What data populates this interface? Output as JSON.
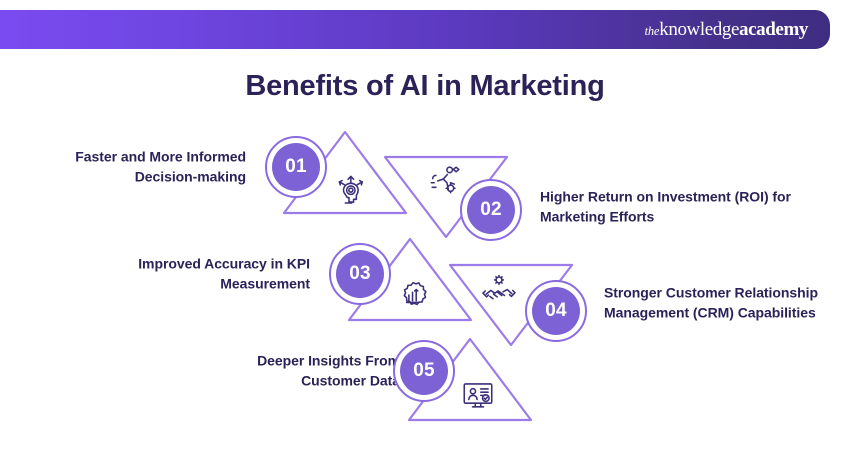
{
  "header": {
    "brand_the": "the",
    "brand_knowledge": "knowledge",
    "brand_academy": "academy",
    "gradient_from": "#7c4cf2",
    "gradient_to": "#3f2d82"
  },
  "title": "Benefits of AI in Marketing",
  "colors": {
    "title_text": "#2c2258",
    "label_text": "#2c2258",
    "triangle_stroke": "#9b7ce8",
    "badge_fill": "#7c62d4",
    "badge_ring": "#8a6ae0",
    "badge_number_text": "#ffffff",
    "icon_stroke": "#3d2f7a",
    "background": "#ffffff"
  },
  "items": [
    {
      "number": "01",
      "label": "Faster and More Informed Decision-making",
      "icon": "head-with-arrows-icon",
      "side": "left",
      "triangle": "up"
    },
    {
      "number": "02",
      "label": "Higher Return on Investment (ROI) for Marketing Efforts",
      "icon": "running-person-gear-icon",
      "side": "right",
      "triangle": "down"
    },
    {
      "number": "03",
      "label": "Improved Accuracy in KPI Measurement",
      "icon": "gear-bar-chart-icon",
      "side": "left",
      "triangle": "up"
    },
    {
      "number": "04",
      "label": "Stronger Customer Relationship Management (CRM) Capabilities",
      "icon": "handshake-gear-icon",
      "side": "right",
      "triangle": "down"
    },
    {
      "number": "05",
      "label": "Deeper Insights From Customer Data",
      "icon": "monitor-user-profile-icon",
      "side": "left",
      "triangle": "up"
    }
  ]
}
